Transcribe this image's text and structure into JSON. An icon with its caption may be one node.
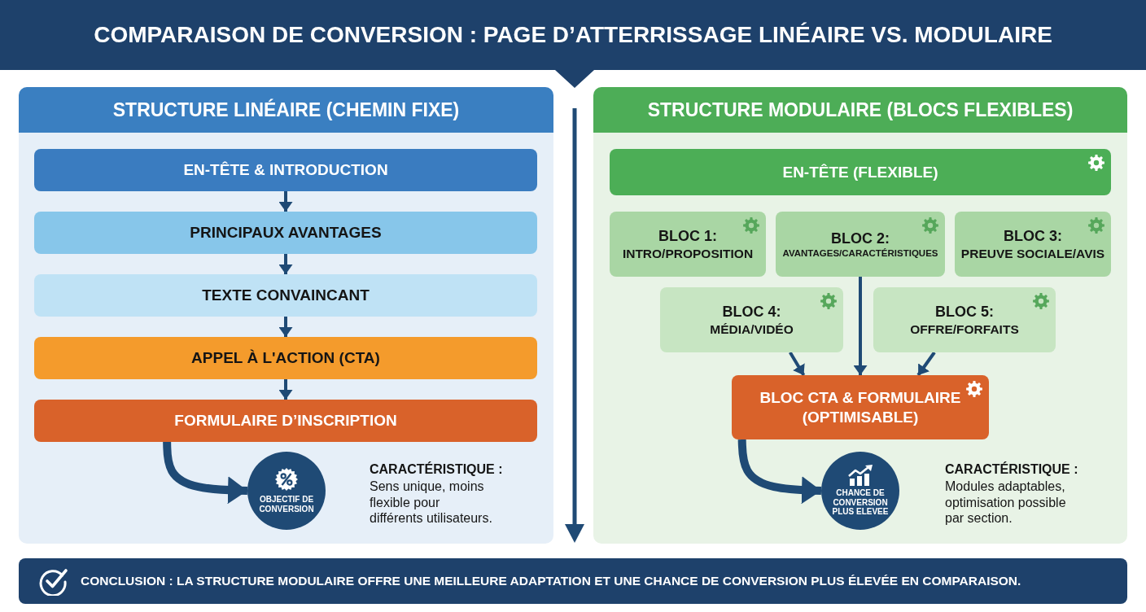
{
  "diagram": {
    "title": "COMPARAISON DE CONVERSION : PAGE D’ATTERRISSAGE LINÉAIRE VS. MODULAIRE",
    "nodes": [
      {
        "text": [
          "STRUCTURE LINÉAIRE (CHEMIN FIXE)"
        ]
      },
      {
        "text": [
          "EN-TÊTE & INTRODUCTION"
        ],
        "in": 0
      },
      {
        "text": [
          "PRINCIPAUX AVANTAGES"
        ],
        "in": 0
      },
      {
        "text": [
          "TEXTE CONVAINCANT"
        ],
        "in": 0
      },
      {
        "text": [
          "APPEL À L'ACTION (CTA)"
        ],
        "in": 0
      },
      {
        "text": [
          "FORMULAIRE D’INSCRIPTION"
        ],
        "in": 0
      },
      {
        "text": [
          "OBJECTIF DE CONVERSION"
        ],
        "in": 0
      },
      {
        "text": [
          "STRUCTURE MODULAIRE (BLOCS FLEXIBLES)"
        ]
      },
      {
        "text": [
          "EN-TÊTE (FLEXIBLE)"
        ],
        "in": 7
      },
      {
        "text": [
          "BLOC 1:",
          "INTRO/PROPOSITION"
        ],
        "in": 7
      },
      {
        "text": [
          "BLOC 2:",
          "AVANTAGES/CARACTÉRISTIQUES"
        ],
        "in": 7
      },
      {
        "text": [
          "BLOC 3:",
          "PREUVE SOCIALE/AVIS"
        ],
        "in": 7
      },
      {
        "text": [
          "BLOC 4:",
          "MÉDIA/VIDÉO"
        ],
        "in": 7
      },
      {
        "text": [
          "BLOC 5:",
          "OFFRE/FORFAITS"
        ],
        "in": 7
      },
      {
        "text": [
          "BLOC CTA & FORMULAIRE (OPTIMISABLE)"
        ],
        "in": 7
      },
      {
        "text": [
          "CHANCE DE CONVERSION PLUS ELEVEE"
        ],
        "in": 7
      },
      {
        "text": [
          "CONCLUSION : LA STRUCTURE MODULAIRE OFFRE UNE MEILLEURE ADAPTATION ET UNE CHANCE DE CONVERSION PLUS ÉLEVÉE EN COMPARAISON."
        ]
      }
    ],
    "edges": [
      {
        "from": 1,
        "to": 2,
        "arrow": "to"
      },
      {
        "from": 2,
        "to": 3,
        "arrow": "to"
      },
      {
        "from": 3,
        "to": 4,
        "arrow": "to"
      },
      {
        "from": 4,
        "to": 5,
        "arrow": "to"
      },
      {
        "from": 5,
        "to": 6,
        "arrow": "to",
        "style": "thick"
      },
      {
        "from": 12,
        "to": 14,
        "arrow": "to"
      },
      {
        "from": 10,
        "to": 14,
        "arrow": "to"
      },
      {
        "from": 13,
        "to": 14,
        "arrow": "to"
      },
      {
        "from": 14,
        "to": 15,
        "arrow": "to",
        "style": "thick"
      }
    ],
    "labels": [
      "CARACTÉRISTIQUE :",
      "Sens unique, moins flexible pour différents utilisateurs.",
      "CARACTÉRISTIQUE :",
      "Modules adaptables, optimisation possible par section."
    ]
  }
}
